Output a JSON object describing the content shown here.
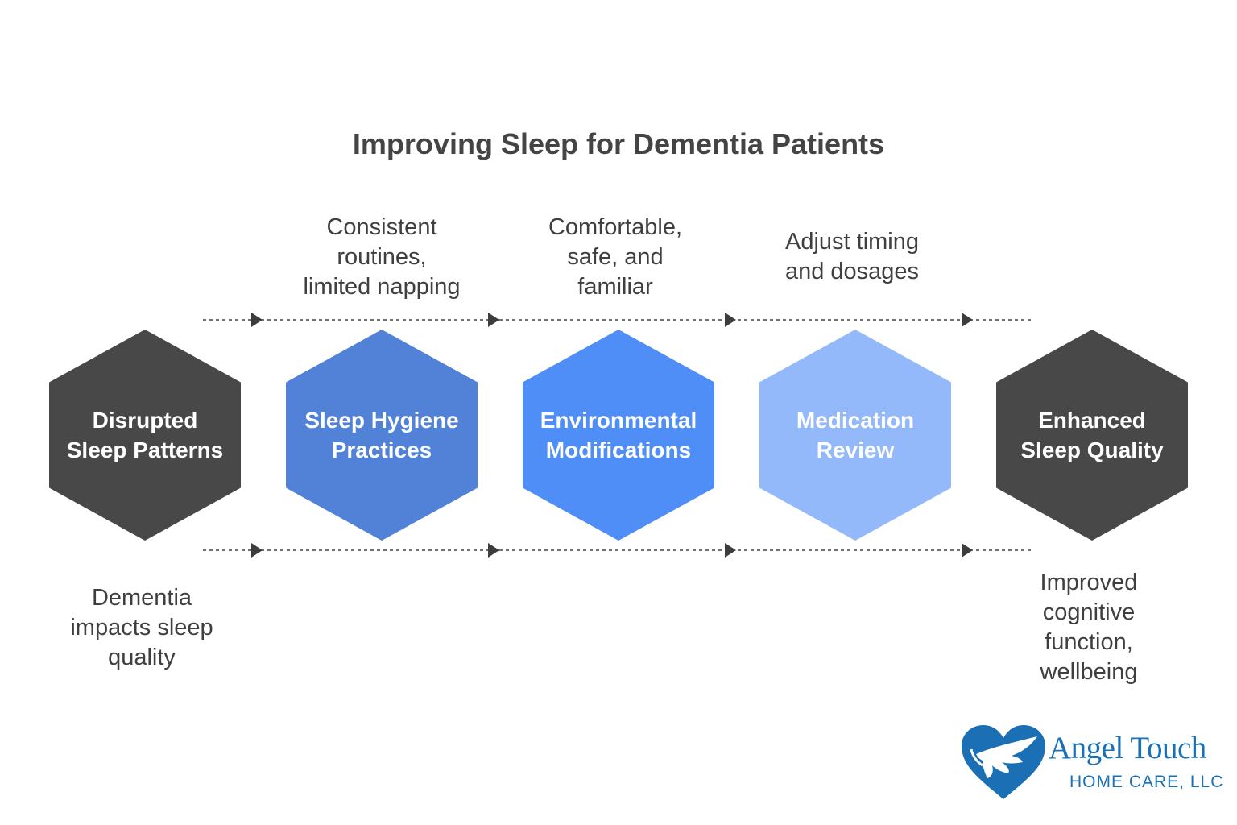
{
  "title": "Improving Sleep for Dementia Patients",
  "stages": [
    {
      "label": "Disrupted\nSleep Patterns",
      "color": "#484848",
      "note": "Dementia\nimpacts sleep\nquality"
    },
    {
      "label": "Sleep Hygiene\nPractices",
      "color": "#5182d8",
      "note": "Consistent\nroutines,\nlimited napping"
    },
    {
      "label": "Environmental\nModifications",
      "color": "#4f8ef6",
      "note": "Comfortable,\nsafe, and\nfamiliar"
    },
    {
      "label": "Medication\nReview",
      "color": "#93b9fb",
      "note": "Adjust timing\nand dosages"
    },
    {
      "label": "Enhanced\nSleep Quality",
      "color": "#484848",
      "note": "Improved\ncognitive\nfunction,\nwellbeing"
    }
  ],
  "brand": {
    "name": "Angel Touch",
    "subtitle": "HOME CARE, LLC",
    "color": "#1a6fb5",
    "icon": "heart-wing-icon"
  }
}
